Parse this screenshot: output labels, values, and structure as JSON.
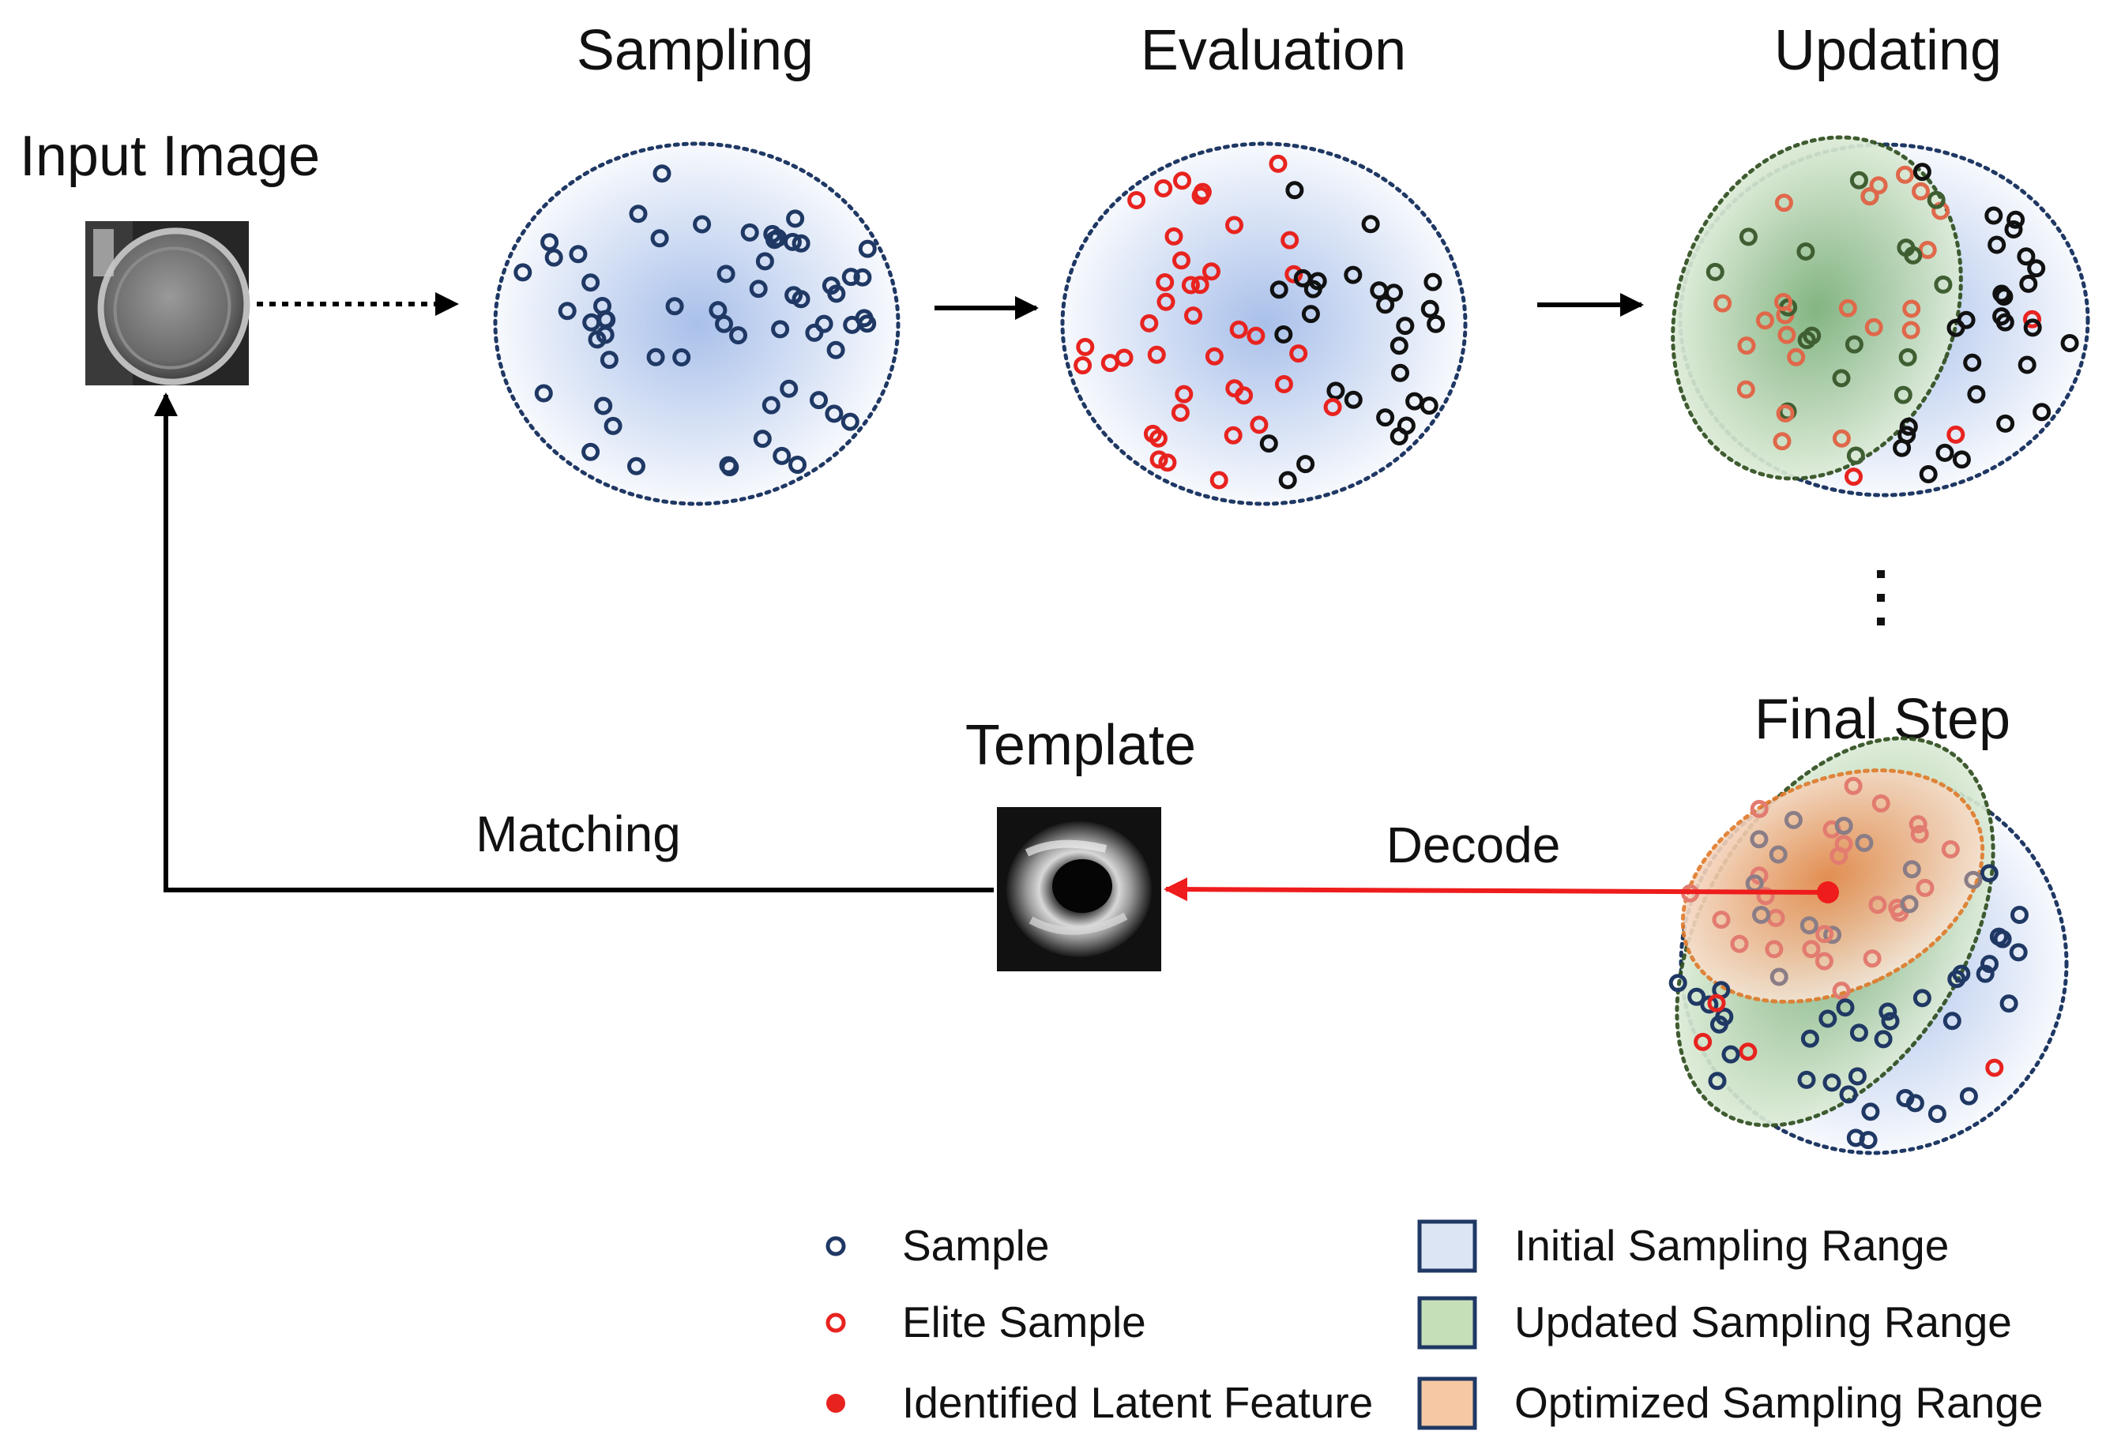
{
  "labels": {
    "input_image": "Input Image",
    "sampling": "Sampling",
    "evaluation": "Evaluation",
    "updating": "Updating",
    "final_step": "Final Step",
    "template": "Template",
    "matching": "Matching",
    "decode": "Decode"
  },
  "legend": {
    "sample": "Sample",
    "elite_sample": "Elite Sample",
    "identified_latent_feature": "Identified Latent Feature",
    "initial_sampling_range": "Initial Sampling Range",
    "updated_sampling_range": "Updated Sampling Range",
    "optimized_sampling_range": "Optimized Sampling Range"
  },
  "colors": {
    "sample": "#1f3864",
    "elite": "#e8231f",
    "evaluated_other": "#111111",
    "initial_range": "#dbe5f4",
    "updated_range": "#c5dfb9",
    "optimized_range": "#f6c8a3",
    "arrow_red": "#ee1c1c"
  }
}
